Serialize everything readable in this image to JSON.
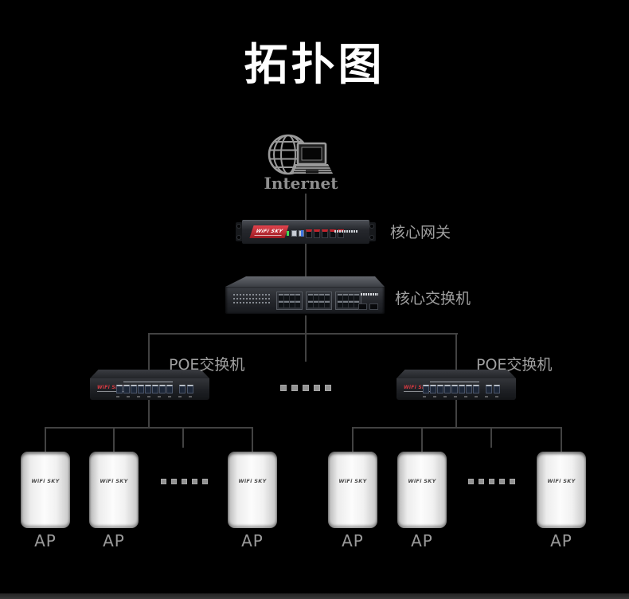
{
  "title": "拓扑图",
  "internet_label": "Internet",
  "labels": {
    "gateway": "核心网关",
    "core_switch": "核心交换机",
    "poe_left": "POE交换机",
    "poe_right": "POE交换机"
  },
  "brand": "WiFi SKY",
  "ap_labels": [
    "AP",
    "AP",
    "AP",
    "AP",
    "AP",
    "AP"
  ],
  "colors": {
    "background": "#000000",
    "title_text": "#ffffff",
    "label_text": "#9f9f9f",
    "line": "#424242",
    "brand_red": "#c4232c",
    "internet_icon_gray": "#9a9a9a",
    "ap_body": "#f2f2f2"
  }
}
